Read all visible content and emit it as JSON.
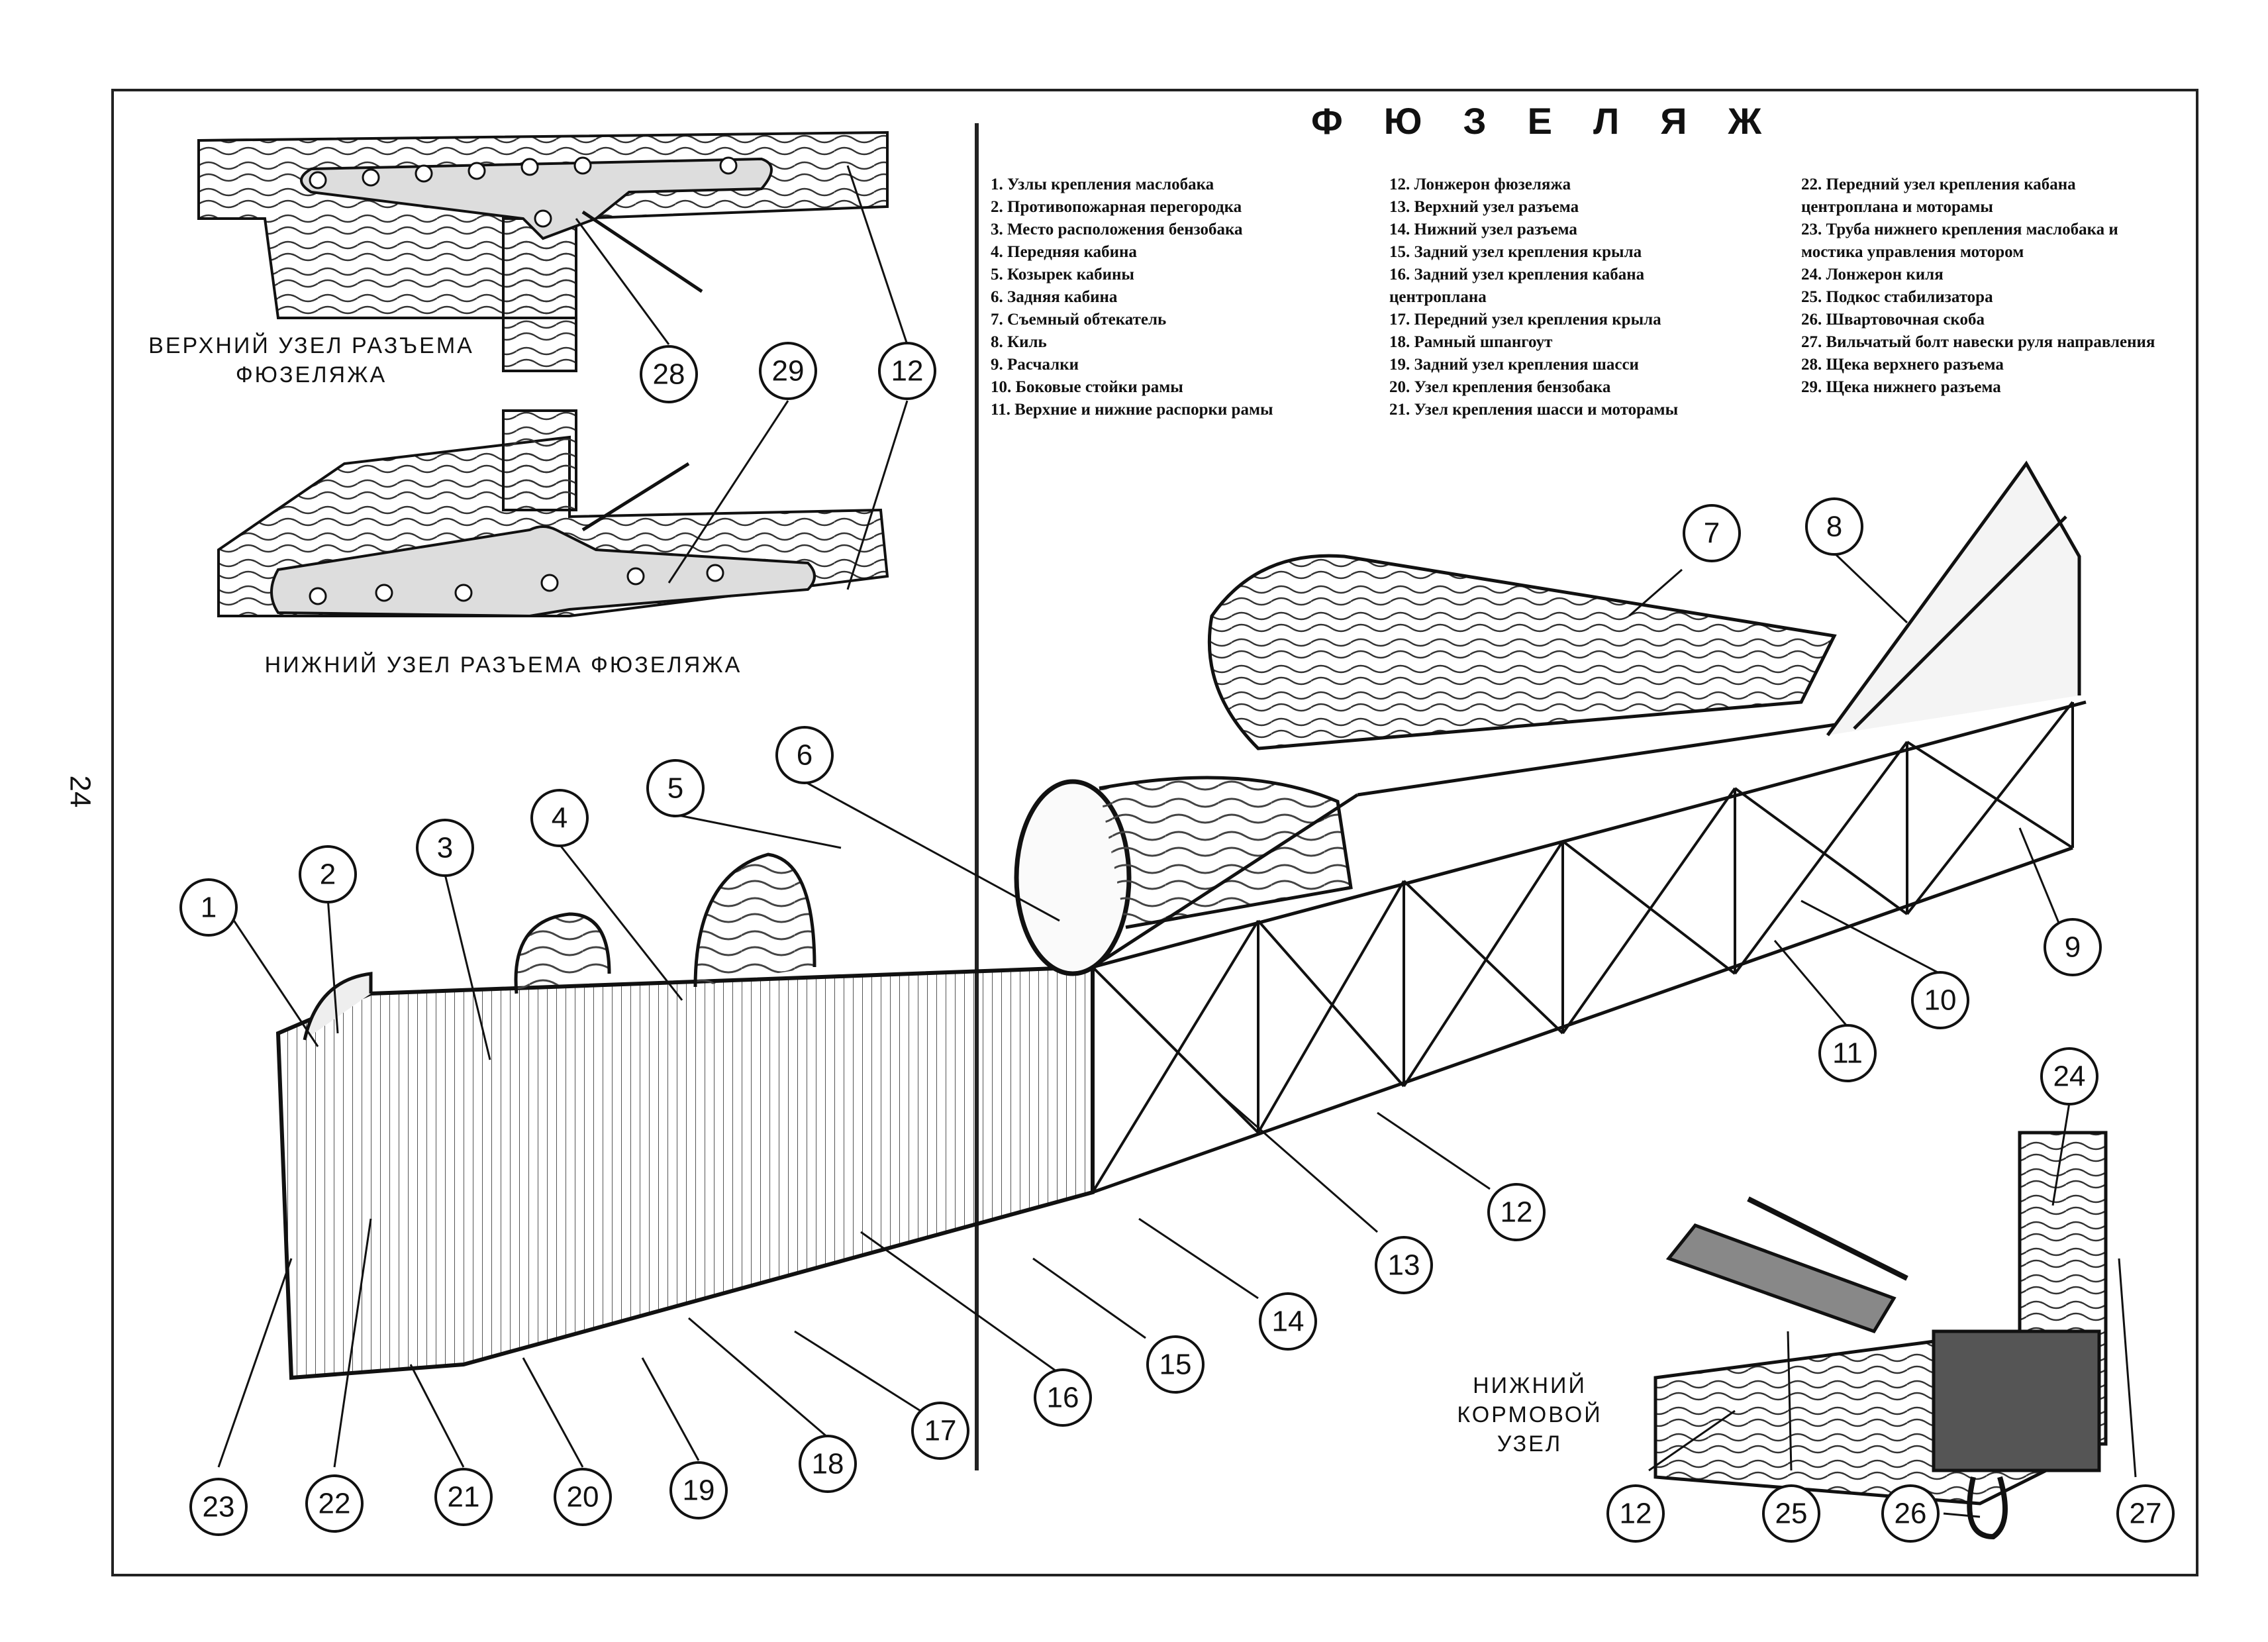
{
  "page_number": "24",
  "title": "ФЮЗЕЛЯЖ",
  "captions": {
    "upper_joint": "ВЕРХНИЙ УЗЕЛ РАЗЪЕМА ФЮЗЕЛЯЖА",
    "lower_joint": "НИЖНИЙ УЗЕЛ РАЗЪЕМА ФЮЗЕЛЯЖА",
    "rear_joint": "НИЖНИЙ КОРМОВОЙ УЗЕЛ"
  },
  "legend": {
    "col1": [
      "1. Узлы крепления маслобака",
      "2. Противопожарная перегородка",
      "3. Место расположения бензобака",
      "4. Передняя кабина",
      "5. Козырек кабины",
      "6. Задняя кабина",
      "7. Съемный обтекатель",
      "8. Киль",
      "9. Расчалки",
      "10. Боковые стойки рамы",
      "11. Верхние и нижние распорки рамы"
    ],
    "col2": [
      "12. Лонжерон фюзеляжа",
      "13. Верхний узел разъема",
      "14. Нижний узел разъема",
      "15. Задний узел крепления крыла",
      "16. Задний узел крепления кабана центроплана",
      "17. Передний узел крепления крыла",
      "18. Рамный шпангоут",
      "19. Задний узел крепления шасси",
      "20. Узел крепления бензобака",
      "21. Узел крепления шасси и моторамы"
    ],
    "col3": [
      "22. Передний узел крепления кабана центроплана и моторамы",
      "23. Труба нижнего крепления маслобака и мостика управления мотором",
      "24. Лонжерон киля",
      "25. Подкос стабилизатора",
      "26. Швартовочная скоба",
      "27. Вильчатый болт навески руля направления",
      "28. Щека верхнего разъема",
      "29. Щека нижнего разъема"
    ]
  },
  "callouts": {
    "c1": "1",
    "c2": "2",
    "c3": "3",
    "c4": "4",
    "c5": "5",
    "c6": "6",
    "c7": "7",
    "c8": "8",
    "c9": "9",
    "c10": "10",
    "c11": "11",
    "c12a": "12",
    "c12b": "12",
    "c12c": "12",
    "c13": "13",
    "c14": "14",
    "c15": "15",
    "c16": "16",
    "c17": "17",
    "c18": "18",
    "c19": "19",
    "c20": "20",
    "c21": "21",
    "c22": "22",
    "c23": "23",
    "c24": "24",
    "c25": "25",
    "c26": "26",
    "c27": "27",
    "c28": "28",
    "c29": "29"
  }
}
